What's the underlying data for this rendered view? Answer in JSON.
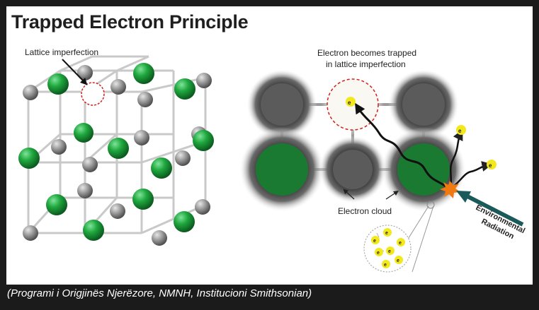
{
  "title": "Trapped Electron Principle",
  "caption": "(Programi i Origjinës Njerëzore, NMNH, Institucioni Smithsonian)",
  "labels": {
    "lattice_imperfection": "Lattice imperfection",
    "trapped_line1": "Electron becomes trapped",
    "trapped_line2": "in lattice imperfection",
    "electron_cloud": "Electron cloud",
    "radiation_line1": "Environmental",
    "radiation_line2": "Radiation",
    "electron_symbol": "e",
    "electron_charge": "-"
  },
  "colors": {
    "green_atom": "#1f9b3a",
    "gray_atom": "#8a8a8a",
    "electron": "#f2e81c",
    "radiation_arrow": "#1a5a5a",
    "impact": "#f07a10"
  }
}
